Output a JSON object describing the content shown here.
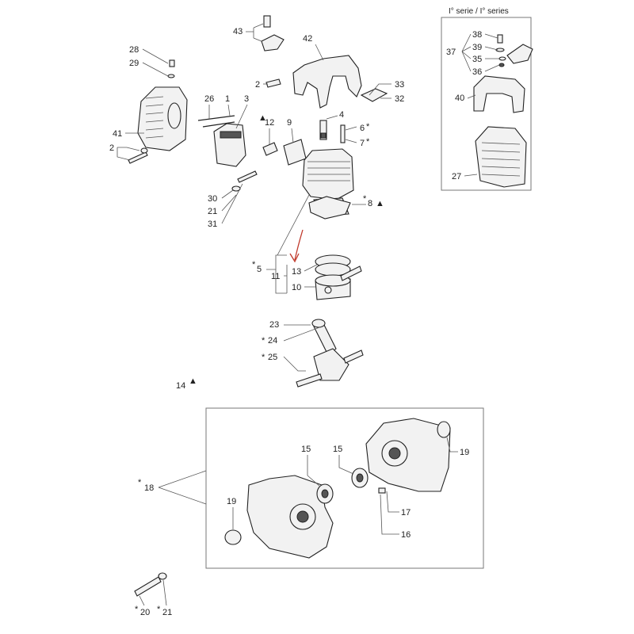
{
  "series_box": {
    "title": "I° serie / I° series"
  },
  "callouts": [
    {
      "id": "c43",
      "text": "43"
    },
    {
      "id": "c42",
      "text": "42"
    },
    {
      "id": "c28",
      "text": "28"
    },
    {
      "id": "c29",
      "text": "29"
    },
    {
      "id": "c2a",
      "text": "2"
    },
    {
      "id": "c33",
      "text": "33"
    },
    {
      "id": "c32",
      "text": "32"
    },
    {
      "id": "c26",
      "text": "26"
    },
    {
      "id": "c1",
      "text": "1"
    },
    {
      "id": "c3",
      "text": "3"
    },
    {
      "id": "c4",
      "text": "4"
    },
    {
      "id": "c6",
      "text": "6"
    },
    {
      "id": "c7",
      "text": "7"
    },
    {
      "id": "c12",
      "text": "12"
    },
    {
      "id": "c9",
      "text": "9"
    },
    {
      "id": "c41",
      "text": "41"
    },
    {
      "id": "c2b",
      "text": "2"
    },
    {
      "id": "c30",
      "text": "30"
    },
    {
      "id": "c21a",
      "text": "21"
    },
    {
      "id": "c31",
      "text": "31"
    },
    {
      "id": "c8",
      "text": "8"
    },
    {
      "id": "c5",
      "text": "5"
    },
    {
      "id": "c11",
      "text": "11"
    },
    {
      "id": "c13",
      "text": "13"
    },
    {
      "id": "c10",
      "text": "10"
    },
    {
      "id": "c23",
      "text": "23"
    },
    {
      "id": "c24",
      "text": "24"
    },
    {
      "id": "c25",
      "text": "25"
    },
    {
      "id": "c14",
      "text": "14"
    },
    {
      "id": "c18",
      "text": "18"
    },
    {
      "id": "c15a",
      "text": "15"
    },
    {
      "id": "c15b",
      "text": "15"
    },
    {
      "id": "c19a",
      "text": "19"
    },
    {
      "id": "c19b",
      "text": "19"
    },
    {
      "id": "c17",
      "text": "17"
    },
    {
      "id": "c16",
      "text": "16"
    },
    {
      "id": "c20",
      "text": "20"
    },
    {
      "id": "c21b",
      "text": "21"
    },
    {
      "id": "c38",
      "text": "38"
    },
    {
      "id": "c39",
      "text": "39"
    },
    {
      "id": "c37",
      "text": "37"
    },
    {
      "id": "c35",
      "text": "35"
    },
    {
      "id": "c36",
      "text": "36"
    },
    {
      "id": "c40",
      "text": "40"
    },
    {
      "id": "c27",
      "text": "27"
    }
  ],
  "markers": {
    "star": "*",
    "triangle": "▲"
  },
  "colors": {
    "arrow": "#c0392b",
    "line": "#555555",
    "part_fill": "#f2f2f2"
  }
}
